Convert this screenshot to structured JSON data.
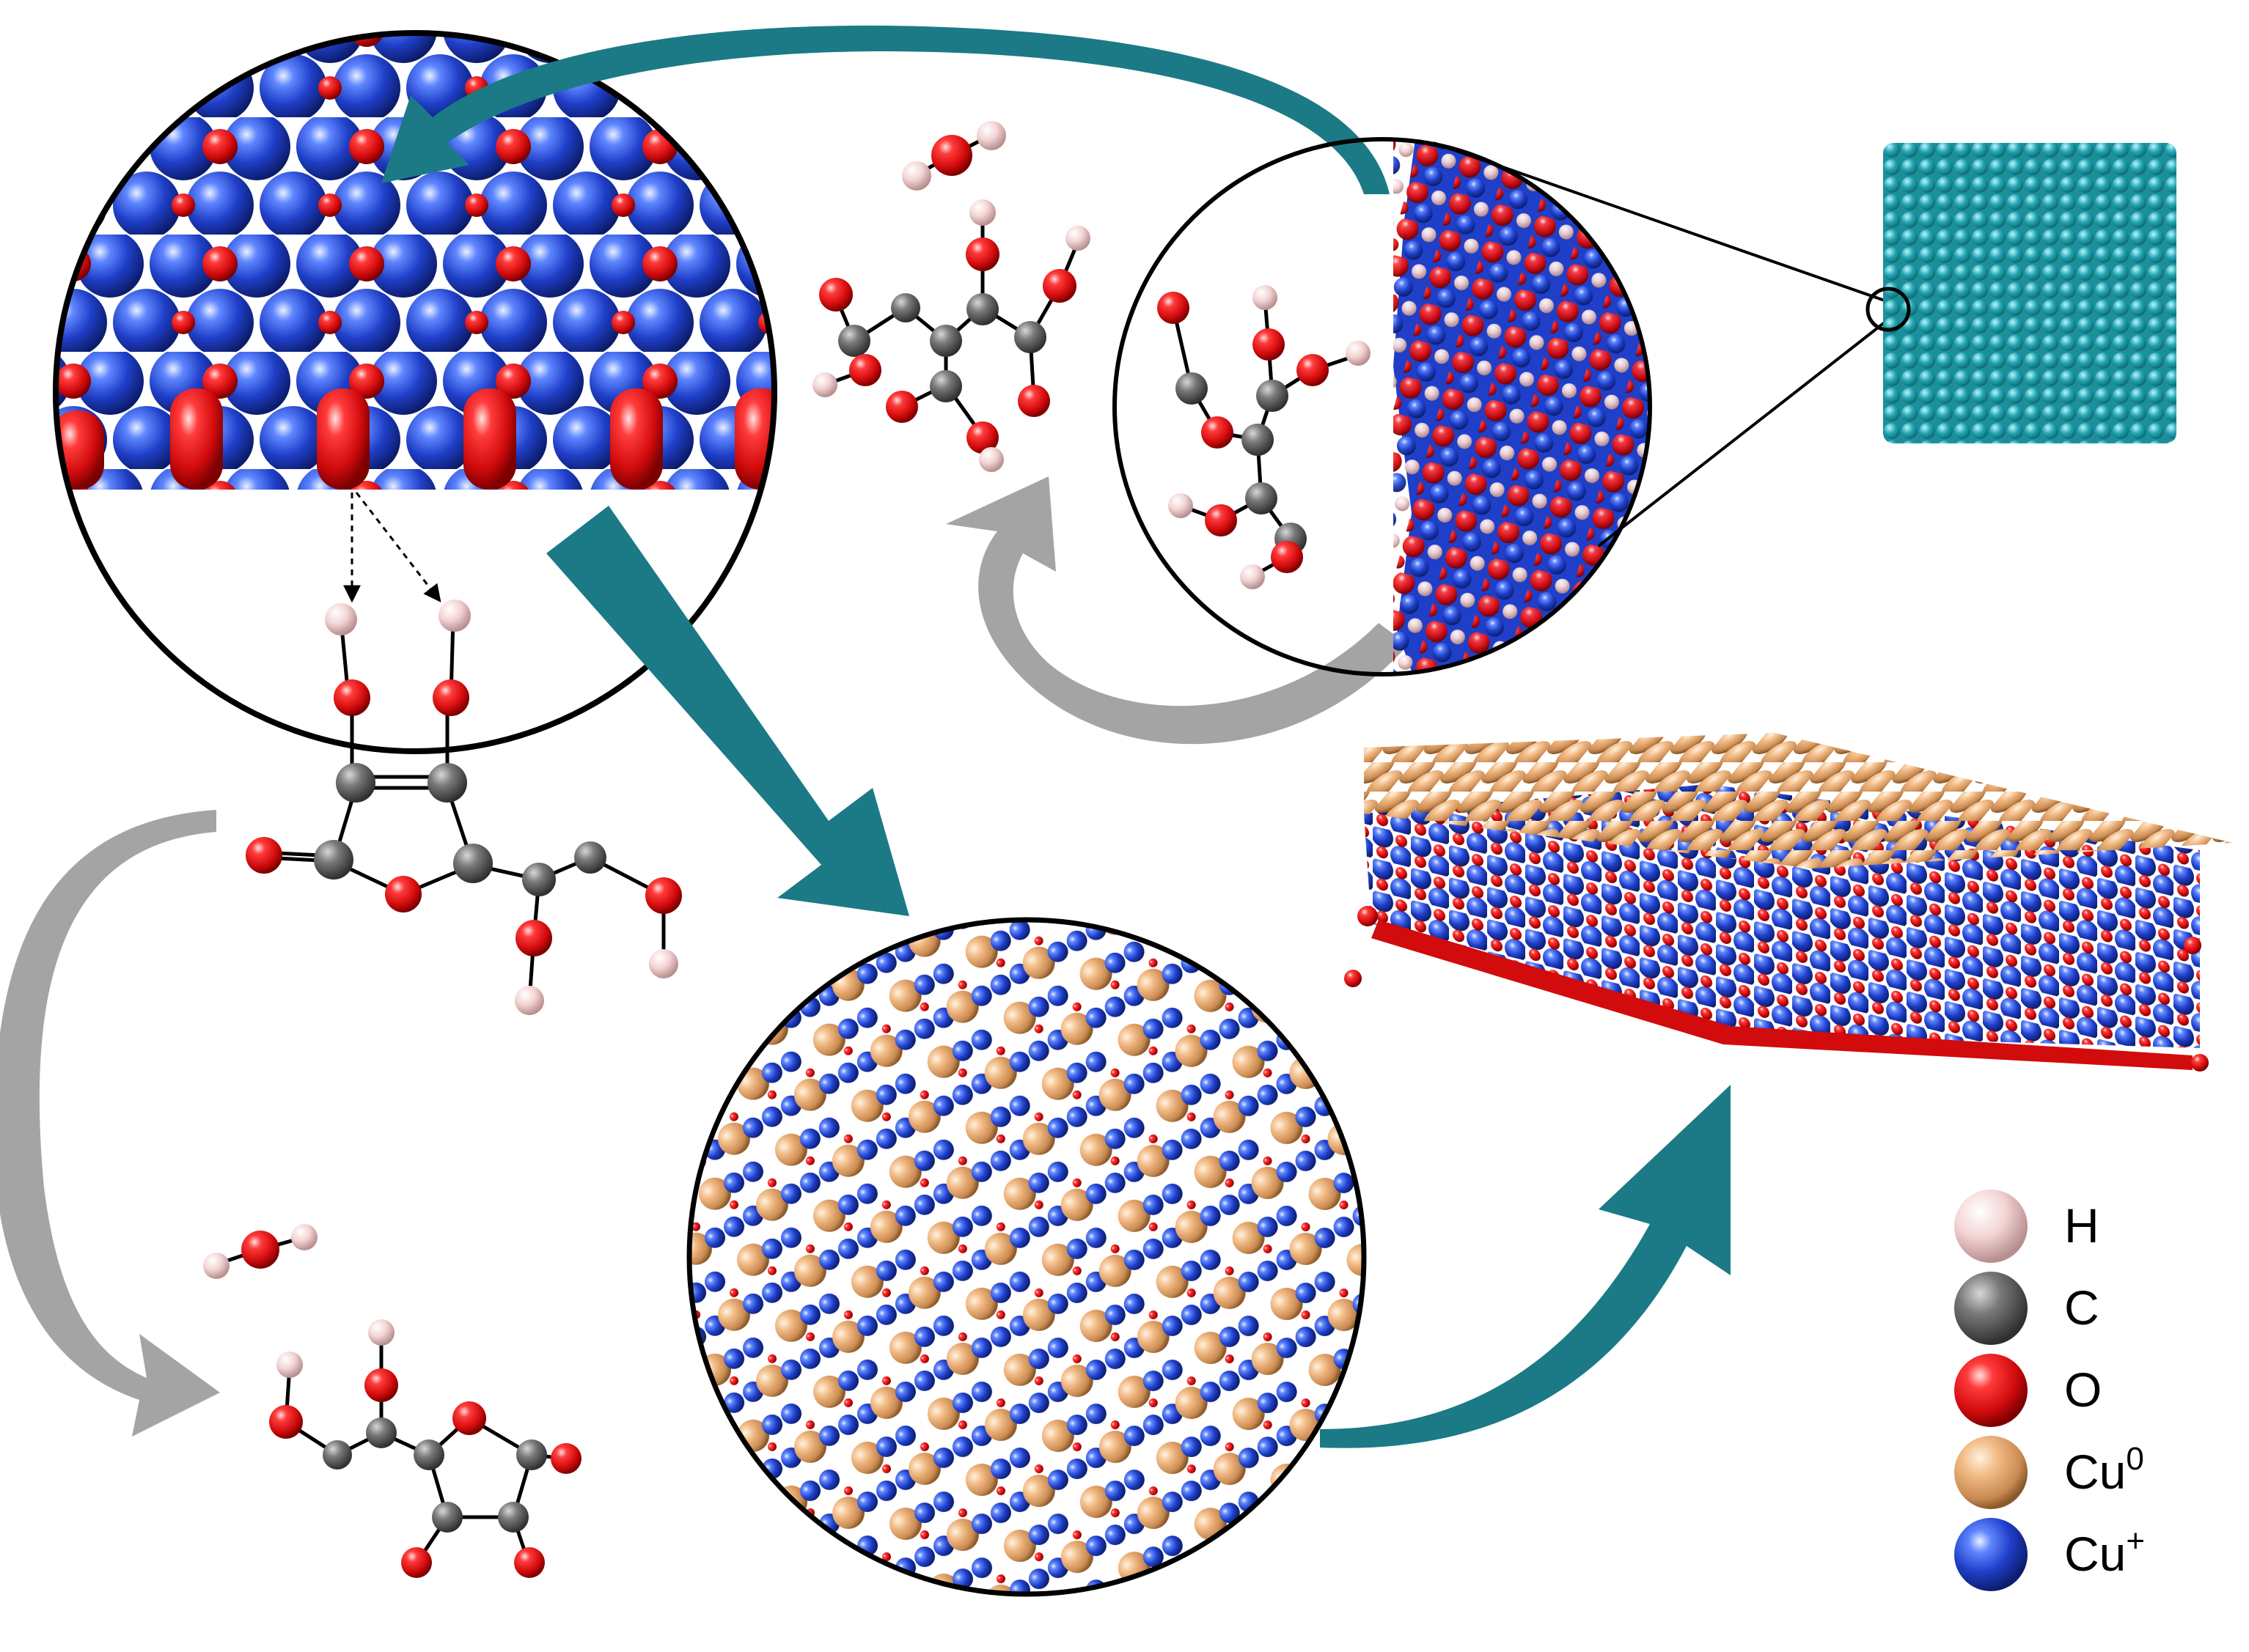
{
  "figure": {
    "legend": {
      "items": [
        {
          "label": "H",
          "color": "#f2cfcf",
          "base": null,
          "sup": null
        },
        {
          "label": "C",
          "color": "#6f6f6f",
          "base": null,
          "sup": null
        },
        {
          "label": "O",
          "color": "#e8181a",
          "base": null,
          "sup": null
        },
        {
          "label": null,
          "base": "Cu",
          "sup": "0",
          "color": "#e6a873"
        },
        {
          "label": null,
          "base": "Cu",
          "sup": "+",
          "color": "#1f3fc8"
        }
      ]
    },
    "colors": {
      "teal_arrow": "#1b7a86",
      "gray_arrow": "#9a9a9a",
      "cu_plus": "#1f3fc8",
      "cu_zero": "#e6a873",
      "oxygen": "#e8181a",
      "hydrogen": "#f2cfcf",
      "carbon": "#6f6f6f",
      "nanocube": "#24a5b2"
    },
    "icons": [
      "circle-magnifier-icon",
      "nanocube-icon"
    ]
  }
}
